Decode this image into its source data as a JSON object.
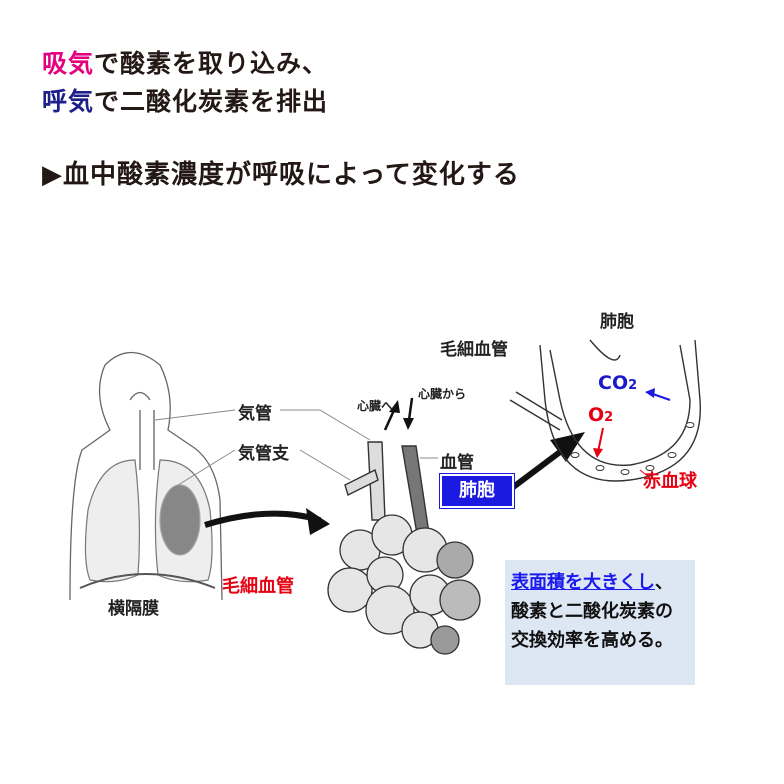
{
  "heading": {
    "line1_accent": "吸気",
    "line1_rest": "で酸素を取り込み、",
    "line2_accent": "呼気",
    "line2_rest": "で二酸化炭素を排出",
    "line3": "▶血中酸素濃度が呼吸によって変化する"
  },
  "colors": {
    "inhale": "#e4007f",
    "exhale": "#1d2088",
    "red_label": "#e60012",
    "blue_label": "#1a1ae0",
    "note_bg": "#dde6f3"
  },
  "labels": {
    "trachea": "気管",
    "bronchus": "気管支",
    "diaphragm": "横隔膜",
    "capillary_red": "毛細血管",
    "to_heart": "心臓へ",
    "from_heart": "心臓から",
    "vessel": "血管",
    "alveolus_box": "肺胞",
    "alveolus": "肺胞",
    "capillary": "毛細血管",
    "co2": "CO",
    "co2_sub": "2",
    "o2": "O",
    "o2_sub": "2",
    "rbc": "赤血球"
  },
  "note": {
    "highlight": "表面積を大きくし",
    "rest": "、酸素と二酸化炭素の交換効率を高める。"
  }
}
